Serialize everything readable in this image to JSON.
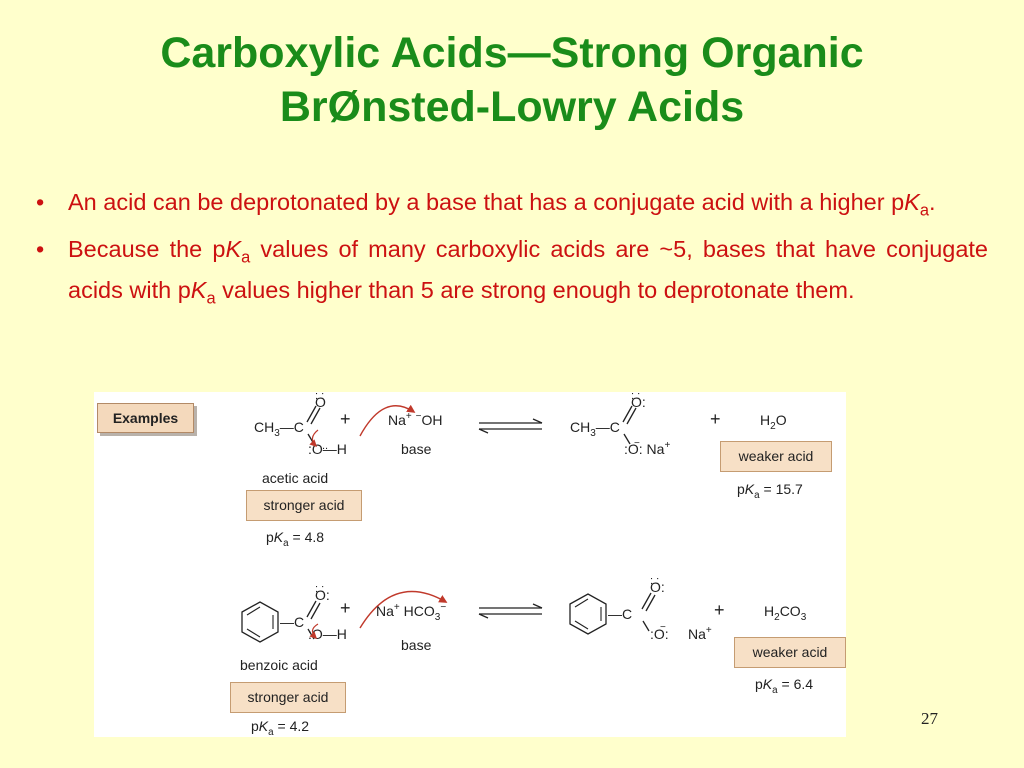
{
  "slide": {
    "title_line1": "Carboxylic Acids—Strong Organic",
    "title_line2": "BrØnsted-Lowry Acids",
    "page_number": "27"
  },
  "bullets": [
    {
      "pre": "An acid can be deprotonated by a base that has a conjugate acid with a higher p",
      "k": "K",
      "sub": "a",
      "post": "."
    },
    {
      "pre": "Because the p",
      "k": "K",
      "sub": "a",
      "mid": " values of many carboxylic acids are ~5, bases that have conjugate acids with p",
      "k2": "K",
      "sub2": "a",
      "post": " values higher than 5 are strong enough to deprotonate them."
    }
  ],
  "figure": {
    "examples_label": "Examples",
    "reaction1": {
      "acid_name": "acetic acid",
      "acid_tag": "stronger acid",
      "acid_pka": "4.8",
      "base_label": "base",
      "conj_tag": "weaker acid",
      "conj_pka": "15.7"
    },
    "reaction2": {
      "acid_name": "benzoic acid",
      "acid_tag": "stronger acid",
      "acid_pka": "4.2",
      "base_label": "base",
      "conj_tag": "weaker acid",
      "conj_pka": "6.4"
    }
  }
}
